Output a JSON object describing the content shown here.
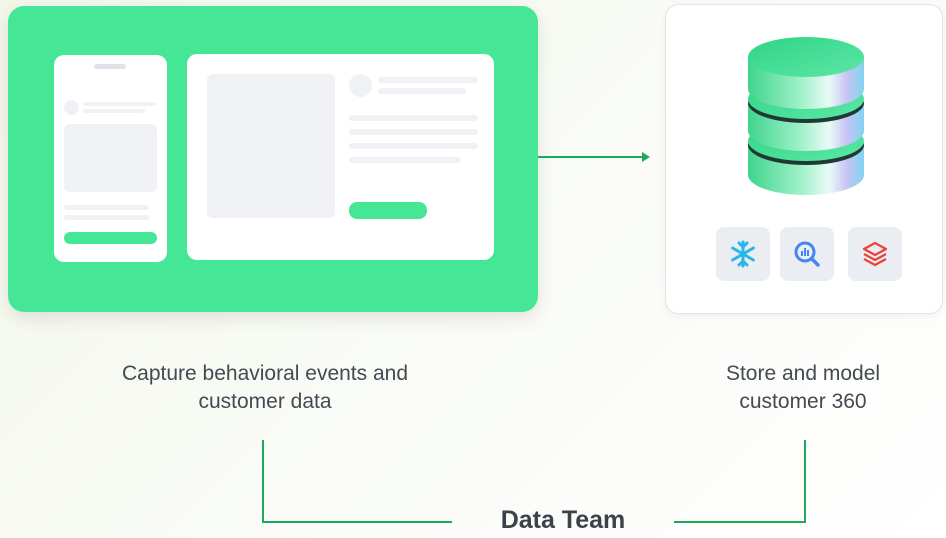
{
  "captions": {
    "capture": "Capture behavioral events and\ncustomer data",
    "store": "Store and model\ncustomer 360"
  },
  "team_label": "Data Team",
  "tools": [
    {
      "icon": "snowflake-icon",
      "color": "#29b5e8"
    },
    {
      "icon": "bigquery-icon",
      "color": "#4285f4"
    },
    {
      "icon": "databricks-icon",
      "color": "#e8423a"
    }
  ],
  "colors": {
    "accent": "#45e696",
    "connector": "#1ea85a",
    "caption": "#444a52",
    "label": "#3c424a"
  }
}
